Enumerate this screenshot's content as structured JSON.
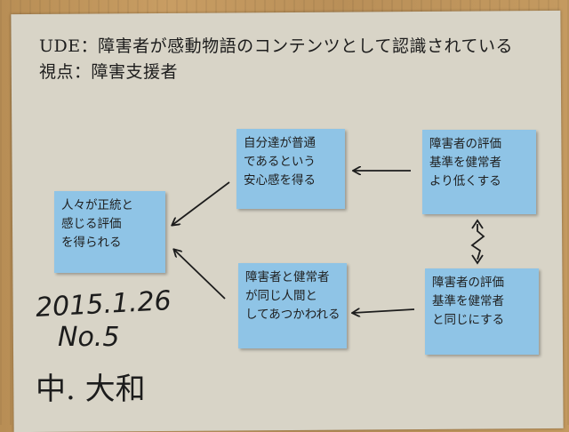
{
  "header": {
    "ude": "UDE：障害者が感動物語のコンテンツとして認識されている",
    "viewpoint": "視点：障害支援者"
  },
  "notes": {
    "left": [
      "人々が正統と",
      "感じる評価",
      "を得られる"
    ],
    "top_middle": [
      "自分達が普通",
      "であるという",
      "安心感を得る"
    ],
    "bottom_middle": [
      "障害者と健常者",
      "が同じ人間と",
      "してあつかわれる"
    ],
    "top_right": [
      "障害者の評価",
      "基準を健常者",
      "より低くする"
    ],
    "bottom_right": [
      "障害者の評価",
      "基準を健常者",
      "と同じにする"
    ]
  },
  "footer": {
    "date": "2015.1.26",
    "number": "No.5",
    "author": "中. 大和"
  },
  "colors": {
    "sticky": "#8fc4e6",
    "ink": "#1c1c1c",
    "paper": "#d8d4c7"
  }
}
